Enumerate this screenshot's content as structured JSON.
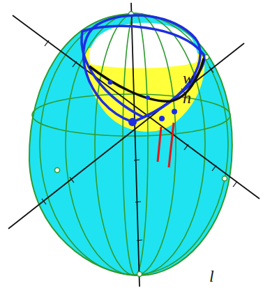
{
  "diagram": {
    "labels": [
      "w",
      "h",
      "l"
    ]
  }
}
